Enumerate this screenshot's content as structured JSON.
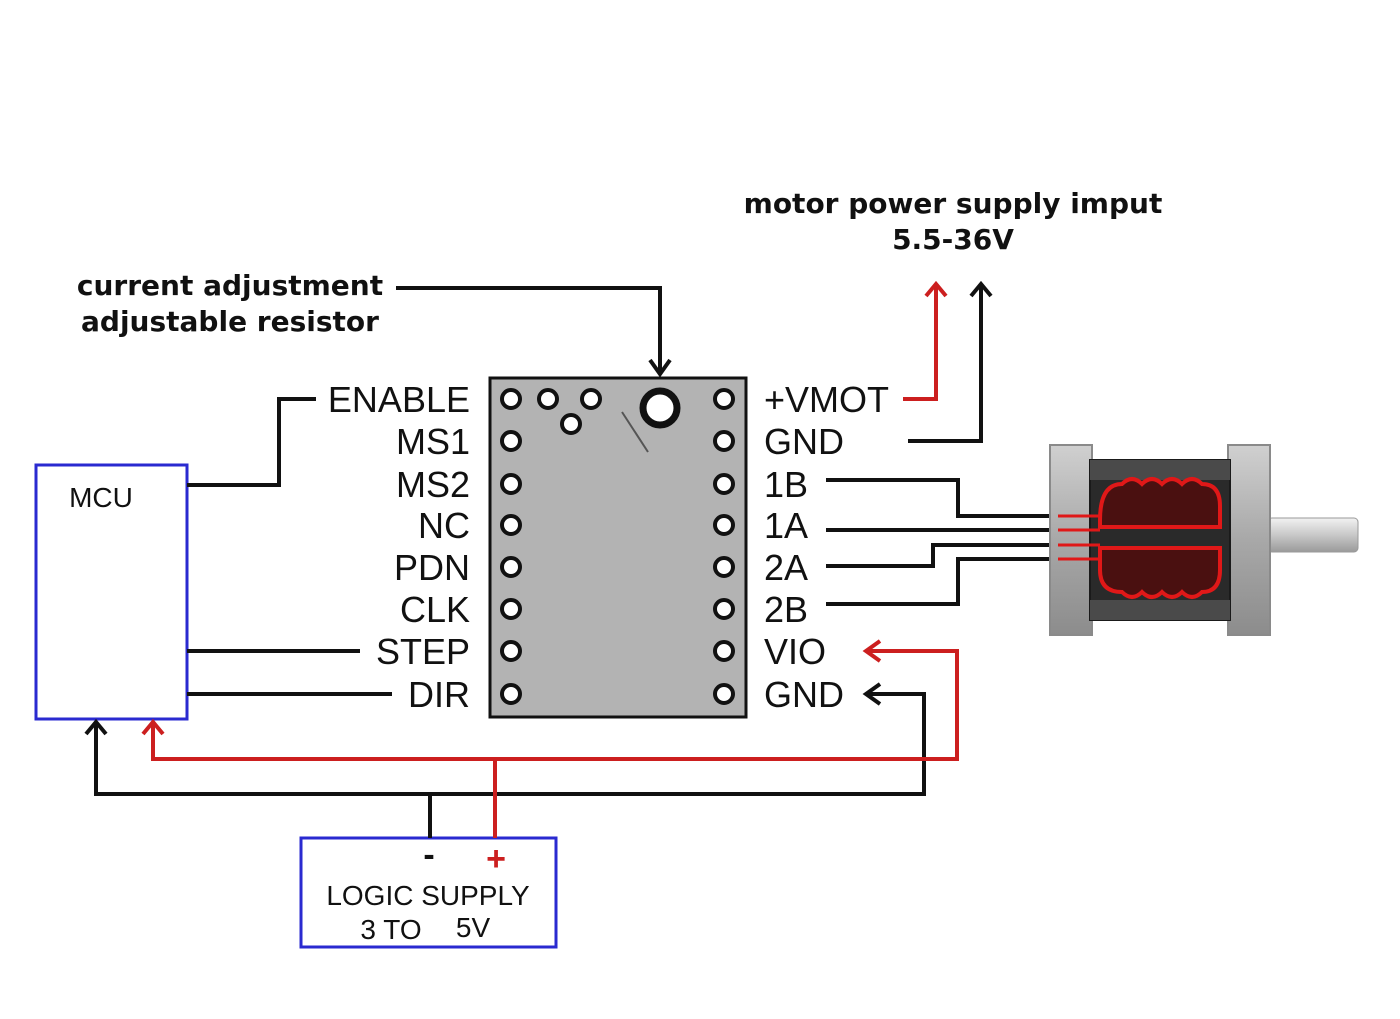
{
  "annotations": {
    "current_line1": "current adjustment",
    "current_line2": "adjustable resistor",
    "motor_supply_line1": "motor power supply imput",
    "motor_supply_line2": "5.5-36V"
  },
  "mcu": {
    "label": "MCU"
  },
  "logic_supply": {
    "minus": "-",
    "plus": "+",
    "line1": "LOGIC SUPPLY",
    "line2a": "3 TO",
    "line2b": "5V"
  },
  "left_pins": [
    "ENABLE",
    "MS1",
    "MS2",
    "NC",
    "PDN",
    "CLK",
    "STEP",
    "DIR"
  ],
  "right_pins": [
    "+VMOT",
    "GND",
    "1B",
    "1A",
    "2A",
    "2B",
    "VIO",
    "GND"
  ],
  "colors": {
    "power_wire": "#cc1f1f",
    "signal_wire": "#111111",
    "box_border": "#2a2ad0",
    "board_fill": "#b3b3b3",
    "motor_coil": "#e01818"
  }
}
